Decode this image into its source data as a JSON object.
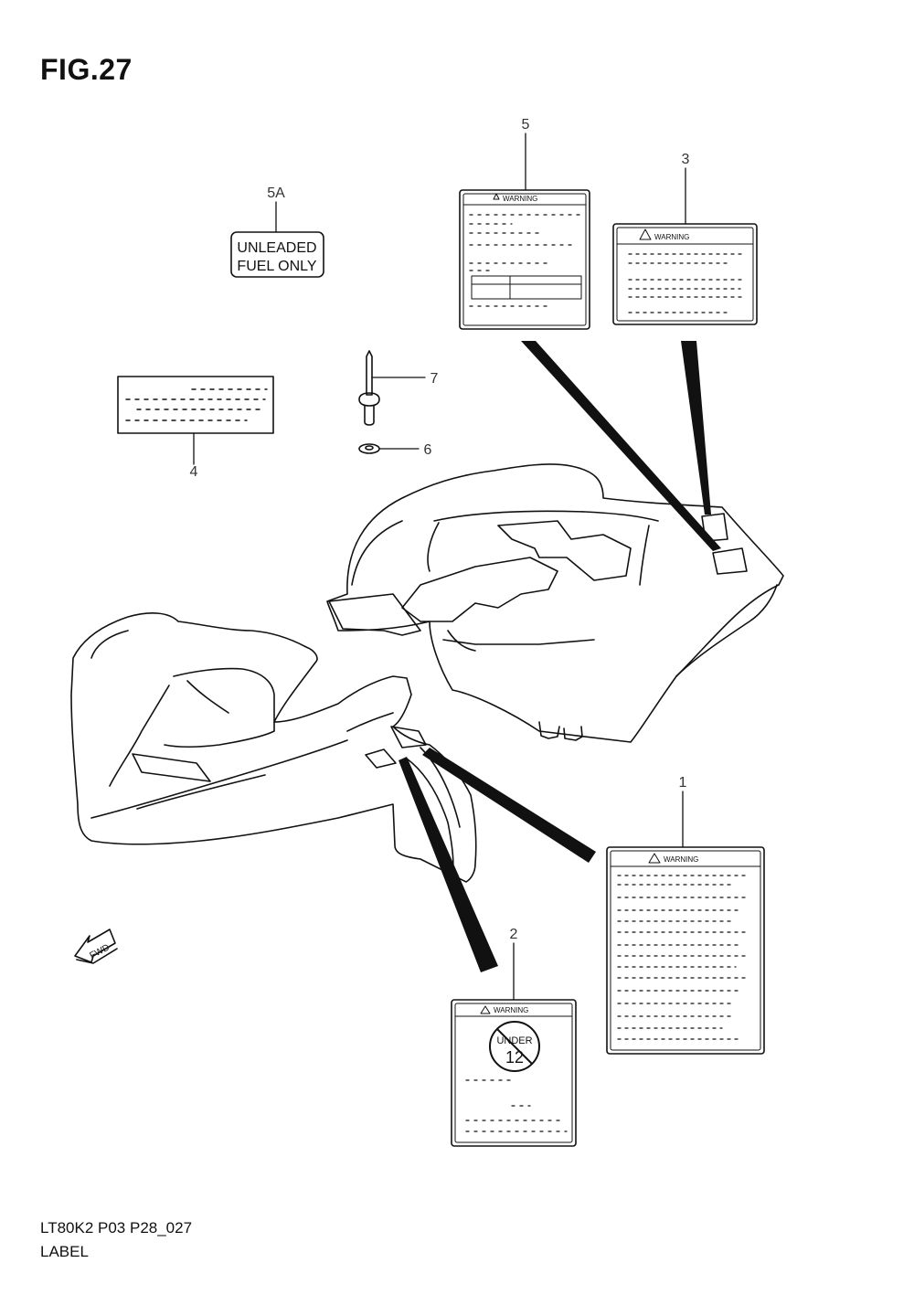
{
  "figure": {
    "title": "FIG.27"
  },
  "footer": {
    "code": "LT80K2 P03 P28_027",
    "name": "LABEL"
  },
  "callouts": [
    "1",
    "2",
    "3",
    "4",
    "5",
    "5A",
    "6",
    "7"
  ],
  "labels": {
    "fuel_line1": "UNLEADED",
    "fuel_line2": "FUEL ONLY",
    "warning": "WARNING",
    "age_top": "UNDER",
    "age_num": "12"
  },
  "direction": "FWD",
  "colors": {
    "ink": "#111111",
    "paper": "#ffffff"
  }
}
